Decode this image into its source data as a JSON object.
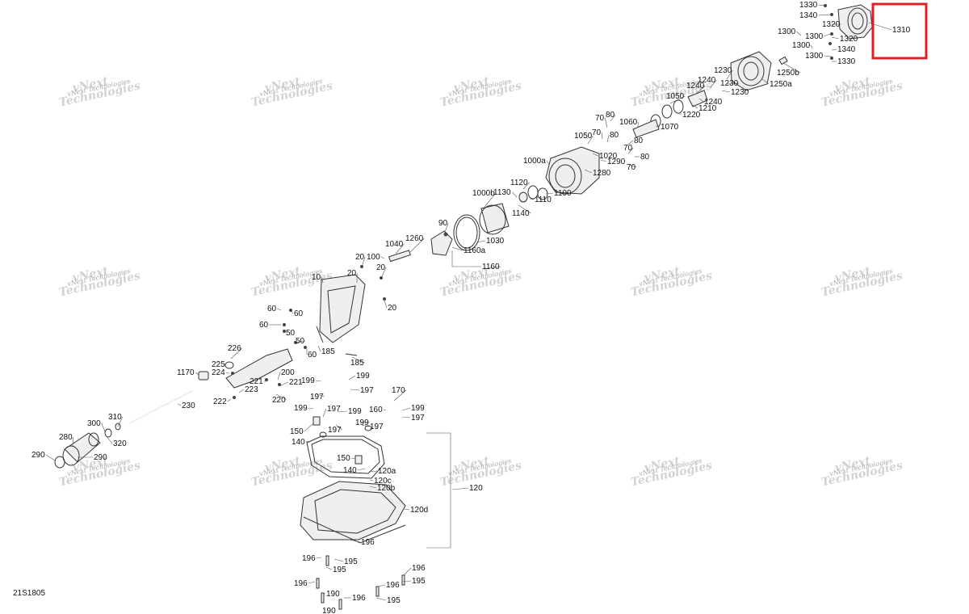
{
  "diagram": {
    "reference_code": "21S1805",
    "watermark": {
      "line1": "vNext",
      "line2": "Technologies",
      "small": "vNext Technologies"
    },
    "highlight_color": "#e01e25",
    "callouts": [
      {
        "id": "c1330",
        "label": "1330"
      },
      {
        "id": "c1340a",
        "label": "1340"
      },
      {
        "id": "c1320a",
        "label": "1320"
      },
      {
        "id": "c1310",
        "label": "1310",
        "highlighted": true
      },
      {
        "id": "c1300a",
        "label": "1300"
      },
      {
        "id": "c1300b",
        "label": "1300"
      },
      {
        "id": "c1320b",
        "label": "1320"
      },
      {
        "id": "c1300c",
        "label": "1300"
      },
      {
        "id": "c1340b",
        "label": "1340"
      },
      {
        "id": "c1300d",
        "label": "1300"
      },
      {
        "id": "c1330b",
        "label": "1330"
      },
      {
        "id": "c1250b",
        "label": "1250b"
      },
      {
        "id": "c1250a",
        "label": "1250a"
      },
      {
        "id": "c1230a",
        "label": "1230"
      },
      {
        "id": "c1230b",
        "label": "1230"
      },
      {
        "id": "c1230c",
        "label": "1230"
      },
      {
        "id": "c1240a",
        "label": "1240"
      },
      {
        "id": "c1240b",
        "label": "1240"
      },
      {
        "id": "c1240c",
        "label": "1240"
      },
      {
        "id": "c1210",
        "label": "1210"
      },
      {
        "id": "c1220",
        "label": "1220"
      },
      {
        "id": "c1050a",
        "label": "1050"
      },
      {
        "id": "c1060",
        "label": "1060"
      },
      {
        "id": "c1070",
        "label": "1070"
      },
      {
        "id": "c70a",
        "label": "70"
      },
      {
        "id": "c80a",
        "label": "80"
      },
      {
        "id": "c70b",
        "label": "70"
      },
      {
        "id": "c80b",
        "label": "80"
      },
      {
        "id": "c80c",
        "label": "80"
      },
      {
        "id": "c70c",
        "label": "70"
      },
      {
        "id": "c80d",
        "label": "80"
      },
      {
        "id": "c70d",
        "label": "70"
      },
      {
        "id": "c1050b",
        "label": "1050"
      },
      {
        "id": "c1020",
        "label": "1020"
      },
      {
        "id": "c1290",
        "label": "1290"
      },
      {
        "id": "c1280",
        "label": "1280"
      },
      {
        "id": "c1000a",
        "label": "1000a"
      },
      {
        "id": "c1120",
        "label": "1120"
      },
      {
        "id": "c1130",
        "label": "1130"
      },
      {
        "id": "c1110",
        "label": "1110"
      },
      {
        "id": "c1100",
        "label": "1100"
      },
      {
        "id": "c1140",
        "label": "1140"
      },
      {
        "id": "c1000b",
        "label": "1000b"
      },
      {
        "id": "c1030",
        "label": "1030"
      },
      {
        "id": "c90",
        "label": "90"
      },
      {
        "id": "c1160a",
        "label": "1160a"
      },
      {
        "id": "c1160",
        "label": "1160"
      },
      {
        "id": "c1040",
        "label": "1040"
      },
      {
        "id": "c1260",
        "label": "1260"
      },
      {
        "id": "c100",
        "label": "100"
      },
      {
        "id": "c20a",
        "label": "20"
      },
      {
        "id": "c20b",
        "label": "20"
      },
      {
        "id": "c20c",
        "label": "20"
      },
      {
        "id": "c20d",
        "label": "20"
      },
      {
        "id": "c10",
        "label": "10"
      },
      {
        "id": "c60a",
        "label": "60"
      },
      {
        "id": "c60b",
        "label": "60"
      },
      {
        "id": "c60c",
        "label": "60"
      },
      {
        "id": "c60d",
        "label": "60"
      },
      {
        "id": "c50a",
        "label": "50"
      },
      {
        "id": "c50b",
        "label": "50"
      },
      {
        "id": "c185a",
        "label": "185"
      },
      {
        "id": "c185b",
        "label": "185"
      },
      {
        "id": "c226",
        "label": "226"
      },
      {
        "id": "c225",
        "label": "225"
      },
      {
        "id": "c224",
        "label": "224"
      },
      {
        "id": "c1170",
        "label": "1170"
      },
      {
        "id": "c200",
        "label": "200"
      },
      {
        "id": "c221a",
        "label": "221"
      },
      {
        "id": "c221b",
        "label": "221"
      },
      {
        "id": "c223",
        "label": "223"
      },
      {
        "id": "c220",
        "label": "220"
      },
      {
        "id": "c222",
        "label": "222"
      },
      {
        "id": "c230",
        "label": "230"
      },
      {
        "id": "c199a",
        "label": "199"
      },
      {
        "id": "c199b",
        "label": "199"
      },
      {
        "id": "c197a",
        "label": "197"
      },
      {
        "id": "c197b",
        "label": "197"
      },
      {
        "id": "c170",
        "label": "170"
      },
      {
        "id": "c160",
        "label": "160"
      },
      {
        "id": "c199c",
        "label": "199"
      },
      {
        "id": "c197c",
        "label": "197"
      },
      {
        "id": "c199d",
        "label": "199"
      },
      {
        "id": "c199e",
        "label": "199"
      },
      {
        "id": "c197d",
        "label": "197"
      },
      {
        "id": "c197e",
        "label": "197"
      },
      {
        "id": "c197f",
        "label": "197"
      },
      {
        "id": "c199f",
        "label": "199"
      },
      {
        "id": "c150a",
        "label": "150"
      },
      {
        "id": "c140a",
        "label": "140"
      },
      {
        "id": "c150b",
        "label": "150"
      },
      {
        "id": "c140b",
        "label": "140"
      },
      {
        "id": "c120a",
        "label": "120a"
      },
      {
        "id": "c120c",
        "label": "120c"
      },
      {
        "id": "c120b",
        "label": "120b"
      },
      {
        "id": "c120d",
        "label": "120d"
      },
      {
        "id": "c120",
        "label": "120"
      },
      {
        "id": "c310",
        "label": "310"
      },
      {
        "id": "c300",
        "label": "300"
      },
      {
        "id": "c320",
        "label": "320"
      },
      {
        "id": "c280",
        "label": "280"
      },
      {
        "id": "c290a",
        "label": "290"
      },
      {
        "id": "c290b",
        "label": "290"
      },
      {
        "id": "c196a",
        "label": "196"
      },
      {
        "id": "c196b",
        "label": "196"
      },
      {
        "id": "c195a",
        "label": "195"
      },
      {
        "id": "c195b",
        "label": "195"
      },
      {
        "id": "c196c",
        "label": "196"
      },
      {
        "id": "c196d",
        "label": "196"
      },
      {
        "id": "c195c",
        "label": "195"
      },
      {
        "id": "c196e",
        "label": "196"
      },
      {
        "id": "c190a",
        "label": "190"
      },
      {
        "id": "c196f",
        "label": "196"
      },
      {
        "id": "c195d",
        "label": "195"
      },
      {
        "id": "c190b",
        "label": "190"
      }
    ]
  }
}
